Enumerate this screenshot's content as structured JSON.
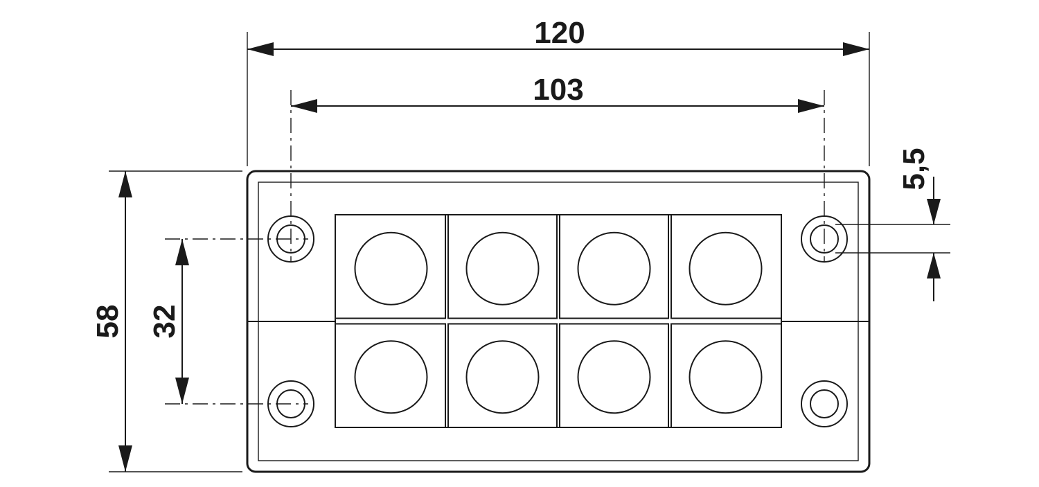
{
  "dimensions": {
    "overall_width": "120",
    "hole_spacing_x": "103",
    "overall_height": "58",
    "hole_spacing_y": "32",
    "hole_diameter": "5,5"
  },
  "grid": {
    "rows": 2,
    "columns": 4
  },
  "colors": {
    "line": "#1a1a1a",
    "background": "#ffffff"
  }
}
